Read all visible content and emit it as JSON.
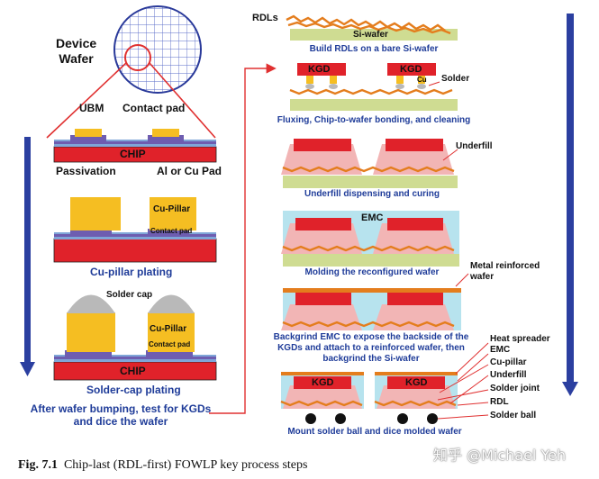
{
  "colors": {
    "chip": "#e0222a",
    "gold": "#f5be22",
    "substrate": "#cfdc92",
    "emc": "#b7e3ee",
    "underfill": "#f2b5b5",
    "solder_cap": "#b9b9b9",
    "passivation": "#6e5db0",
    "arrow": "#2b3fa0",
    "caption": "#1f3c99",
    "orange": "#e47d1d"
  },
  "left": {
    "device_wafer": "Device\nWafer",
    "ubm": "UBM",
    "contact_pad": "Contact pad",
    "chip": "CHIP",
    "passivation": "Passivation",
    "al_cu_pad": "Al or Cu Pad",
    "cu_pillar_top": "Cu-Pillar",
    "contact_pad_small": "Contact pad",
    "cu_pillar_plating": "Cu-pillar plating",
    "solder_cap": "Solder cap",
    "cu_pillar_2": "Cu-Pillar",
    "contact_pad_2": "Contact pad",
    "chip_2": "CHIP",
    "solder_cap_plating": "Solder-cap plating",
    "after_bumping": "After wafer bumping, test for KGDs\nand dice the wafer"
  },
  "right": {
    "rdls": "RDLs",
    "si_wafer": "Si-wafer",
    "step1": "Build RDLs on a bare Si-wafer",
    "kgd": "KGD",
    "cu": "Cu",
    "solder": "Solder",
    "step2": "Fluxing, Chip-to-wafer bonding, and cleaning",
    "underfill_lbl": "Underfill",
    "step3": "Underfill dispensing and curing",
    "emc": "EMC",
    "step4": "Molding the reconfigured wafer",
    "metal_wafer": "Metal reinforced\nwafer",
    "step5": "Backgrind EMC to expose the backside of the\nKGDs and attach to a reinforced wafer, then\nbackgrind the Si-wafer",
    "legend": [
      "Heat spreader",
      "EMC",
      "Cu-pillar",
      "Underfill",
      "Solder joint",
      "RDL",
      "Solder ball"
    ],
    "step6": "Mount solder ball and dice molded wafer"
  },
  "caption": {
    "fig": "Fig. 7.1",
    "text": "Chip-last (RDL-first) FOWLP key process steps"
  },
  "watermark": "知乎 @Michael Yeh"
}
